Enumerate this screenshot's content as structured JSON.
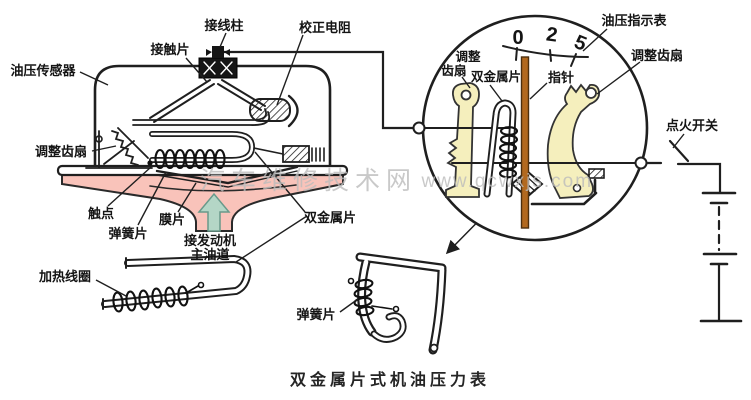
{
  "caption": "双金属片式机油压力表",
  "watermark": {
    "site_name": "汽车维修技术网",
    "url": "www.qcwxjs.com"
  },
  "palette": {
    "line": "#1f1f1f",
    "diaphragm_pink": "#f9c3ba",
    "oil_arrow_teal": "#b4d6c6",
    "pointer_brown": "#b2691f",
    "sector_yellow": "#f5efbd",
    "watermark_gray": "#bcbcbc"
  },
  "sensor": {
    "title": "油压传感器",
    "labels": {
      "contact_strip": "接触片",
      "terminal_post": "接线柱",
      "correction_resistor": "校正电阻",
      "adjust_gear_sector": "调整齿扇",
      "contact_point": "触点",
      "spring_strip": "弹簧片",
      "diaphragm": "膜片",
      "to_engine_line1": "接发动机",
      "to_engine_line2": "主油道",
      "bimetal_strip": "双金属片",
      "heating_coil": "加热线圈"
    }
  },
  "gauge": {
    "title": "油压指示表",
    "scale_ticks": [
      "0",
      "2",
      "5"
    ],
    "labels": {
      "adjust_sector_left_line1": "调整",
      "adjust_sector_left_line2": "齿扇",
      "bimetal_strip": "双金属片",
      "pointer": "指针",
      "adjust_sector_right": "调整齿扇",
      "ignition_switch": "点火开关"
    }
  },
  "detail": {
    "spring_strip": "弹簧片"
  }
}
